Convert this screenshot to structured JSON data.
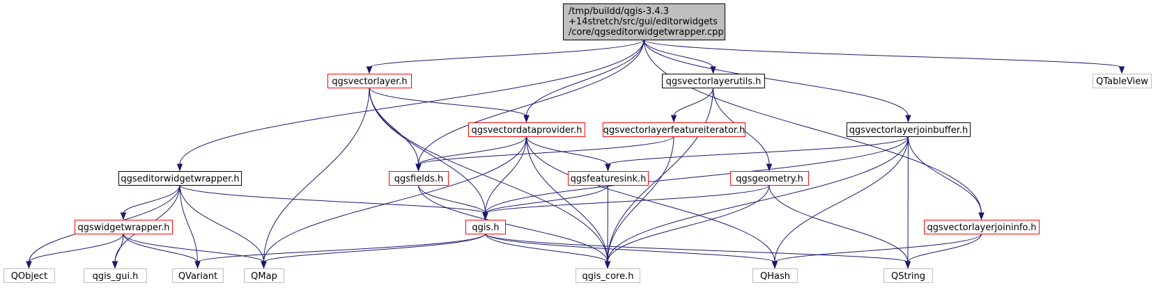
{
  "colors": {
    "edge": "#191970",
    "root_fill": "#bfbfbf",
    "root_border": "#000000",
    "documented_border": "#000000",
    "link_border": "#ff0000",
    "external_border": "#bfbfbf",
    "external_text": "#555555"
  },
  "nodes": [
    {
      "id": "root",
      "kind": "root",
      "lines": [
        "/tmp/buildd/qgis-3.4.3",
        "+14stretch/src/gui/editorwidgets",
        "/core/qgseditorwidgetwrapper.cpp"
      ]
    },
    {
      "id": "qgsvectorlayer",
      "kind": "link",
      "lines": [
        "qgsvectorlayer.h"
      ]
    },
    {
      "id": "qgsvectorlayerutils",
      "kind": "documented",
      "lines": [
        "qgsvectorlayerutils.h"
      ]
    },
    {
      "id": "qtableview",
      "kind": "external",
      "lines": [
        "QTableView"
      ]
    },
    {
      "id": "qgsvectordataprovider",
      "kind": "link",
      "lines": [
        "qgsvectordataprovider.h"
      ]
    },
    {
      "id": "qgsvectorlayerfeatureiterator",
      "kind": "link",
      "lines": [
        "qgsvectorlayerfeatureiterator.h"
      ]
    },
    {
      "id": "qgsvectorlayerjoinbuffer",
      "kind": "documented",
      "lines": [
        "qgsvectorlayerjoinbuffer.h"
      ]
    },
    {
      "id": "qgseditorwidgetwrapper",
      "kind": "documented",
      "lines": [
        "qgseditorwidgetwrapper.h"
      ]
    },
    {
      "id": "qgsfields",
      "kind": "link",
      "lines": [
        "qgsfields.h"
      ]
    },
    {
      "id": "qgsfeaturesink",
      "kind": "link",
      "lines": [
        "qgsfeaturesink.h"
      ]
    },
    {
      "id": "qgsgeometry",
      "kind": "link",
      "lines": [
        "qgsgeometry.h"
      ]
    },
    {
      "id": "qgswidgetwrapper",
      "kind": "link",
      "lines": [
        "qgswidgetwrapper.h"
      ]
    },
    {
      "id": "qgis",
      "kind": "link",
      "lines": [
        "qgis.h"
      ]
    },
    {
      "id": "qgsvectorlayerjoininfo",
      "kind": "link",
      "lines": [
        "qgsvectorlayerjoininfo.h"
      ]
    },
    {
      "id": "qobject",
      "kind": "external",
      "lines": [
        "QObject"
      ]
    },
    {
      "id": "qgis_gui",
      "kind": "external",
      "lines": [
        "qgis_gui.h"
      ]
    },
    {
      "id": "qvariant",
      "kind": "external",
      "lines": [
        "QVariant"
      ]
    },
    {
      "id": "qmap",
      "kind": "external",
      "lines": [
        "QMap"
      ]
    },
    {
      "id": "qgis_core",
      "kind": "external",
      "lines": [
        "qgis_core.h"
      ]
    },
    {
      "id": "qhash",
      "kind": "external",
      "lines": [
        "QHash"
      ]
    },
    {
      "id": "qstring",
      "kind": "external",
      "lines": [
        "QString"
      ]
    }
  ],
  "edges": [
    {
      "from": "root",
      "to": "qgsvectorlayer"
    },
    {
      "from": "root",
      "to": "qgsvectorlayerutils"
    },
    {
      "from": "root",
      "to": "qtableview"
    },
    {
      "from": "root",
      "to": "qgsvectordataprovider"
    },
    {
      "from": "root",
      "to": "qgsvectorlayerjoinbuffer"
    },
    {
      "from": "root",
      "to": "qgseditorwidgetwrapper"
    },
    {
      "from": "root",
      "to": "qgsfields"
    },
    {
      "from": "root",
      "to": "qgsvectorlayerjoininfo"
    },
    {
      "from": "qgsvectorlayer",
      "to": "qgsvectordataprovider"
    },
    {
      "from": "qgsvectorlayer",
      "to": "qgsfields"
    },
    {
      "from": "qgsvectorlayer",
      "to": "qgis"
    },
    {
      "from": "qgsvectorlayer",
      "to": "qmap"
    },
    {
      "from": "qgsvectorlayer",
      "to": "qgis_core"
    },
    {
      "from": "qgsvectorlayerutils",
      "to": "qgsvectorlayerfeatureiterator"
    },
    {
      "from": "qgsvectorlayerutils",
      "to": "qgsgeometry"
    },
    {
      "from": "qgsvectorlayerutils",
      "to": "qgis_core"
    },
    {
      "from": "qgsvectordataprovider",
      "to": "qgsfields"
    },
    {
      "from": "qgsvectordataprovider",
      "to": "qgsfeaturesink"
    },
    {
      "from": "qgsvectordataprovider",
      "to": "qgis"
    },
    {
      "from": "qgsvectordataprovider",
      "to": "qmap"
    },
    {
      "from": "qgsvectordataprovider",
      "to": "qgis_core"
    },
    {
      "from": "qgsvectordataprovider",
      "to": "qhash"
    },
    {
      "from": "qgsvectorlayerfeatureiterator",
      "to": "qgsfields"
    },
    {
      "from": "qgsvectorlayerfeatureiterator",
      "to": "qgis_core"
    },
    {
      "from": "qgsvectorlayerjoinbuffer",
      "to": "qgis"
    },
    {
      "from": "qgsvectorlayerjoinbuffer",
      "to": "qgsfeaturesink"
    },
    {
      "from": "qgsvectorlayerjoinbuffer",
      "to": "qgsvectorlayerjoininfo"
    },
    {
      "from": "qgsvectorlayerjoinbuffer",
      "to": "qgis_core"
    },
    {
      "from": "qgsvectorlayerjoinbuffer",
      "to": "qhash"
    },
    {
      "from": "qgsvectorlayerjoinbuffer",
      "to": "qstring"
    },
    {
      "from": "qgseditorwidgetwrapper",
      "to": "qgswidgetwrapper"
    },
    {
      "from": "qgseditorwidgetwrapper",
      "to": "qgis"
    },
    {
      "from": "qgseditorwidgetwrapper",
      "to": "qobject"
    },
    {
      "from": "qgseditorwidgetwrapper",
      "to": "qgis_gui"
    },
    {
      "from": "qgseditorwidgetwrapper",
      "to": "qvariant"
    },
    {
      "from": "qgseditorwidgetwrapper",
      "to": "qmap"
    },
    {
      "from": "qgsfields",
      "to": "qgis"
    },
    {
      "from": "qgsfields",
      "to": "qgis_core"
    },
    {
      "from": "qgsfeaturesink",
      "to": "qgis"
    },
    {
      "from": "qgsfeaturesink",
      "to": "qgis_core"
    },
    {
      "from": "qgsgeometry",
      "to": "qgis"
    },
    {
      "from": "qgsgeometry",
      "to": "qgis_core"
    },
    {
      "from": "qgsgeometry",
      "to": "qstring"
    },
    {
      "from": "qgswidgetwrapper",
      "to": "qobject"
    },
    {
      "from": "qgswidgetwrapper",
      "to": "qgis_gui"
    },
    {
      "from": "qgswidgetwrapper",
      "to": "qvariant"
    },
    {
      "from": "qgswidgetwrapper",
      "to": "qmap"
    },
    {
      "from": "qgis",
      "to": "qvariant"
    },
    {
      "from": "qgis",
      "to": "qmap"
    },
    {
      "from": "qgis",
      "to": "qgis_core"
    },
    {
      "from": "qgis",
      "to": "qhash"
    },
    {
      "from": "qgis",
      "to": "qstring"
    },
    {
      "from": "qgsvectorlayerjoininfo",
      "to": "qhash"
    },
    {
      "from": "qgsvectorlayerjoininfo",
      "to": "qstring"
    }
  ]
}
